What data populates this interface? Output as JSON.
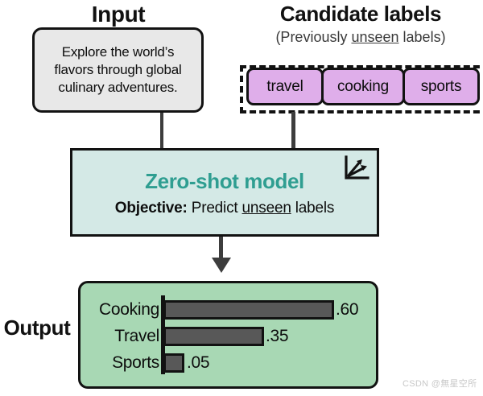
{
  "headings": {
    "input": "Input",
    "candidate": "Candidate labels",
    "candidate_sub_pre": "(Previously ",
    "candidate_sub_underline": "unseen",
    "candidate_sub_post": " labels)",
    "output": "Output"
  },
  "input_box": {
    "text": "Explore the world’s flavors through global culinary adventures."
  },
  "candidate_labels": {
    "chips": [
      {
        "label": "travel"
      },
      {
        "label": "cooking"
      },
      {
        "label": "sports"
      }
    ],
    "chip_color": "#dfaeea"
  },
  "model_box": {
    "title": "Zero-shot model",
    "title_color": "#2f9e91",
    "objective_bold": "Objective:",
    "objective_pre": " Predict ",
    "objective_underline": "unseen",
    "objective_post": " labels",
    "icon_name": "diverging-arrows-axis-icon",
    "fill_color": "#d4e9e6"
  },
  "output_box": {
    "fill_color": "#a8d8b4"
  },
  "chart_data": {
    "type": "bar",
    "orientation": "horizontal",
    "title": "Output",
    "categories": [
      "Cooking",
      "Travel",
      "Sports"
    ],
    "values": [
      0.6,
      0.35,
      0.05
    ],
    "value_labels": [
      ".60",
      ".35",
      ".05"
    ],
    "bar_color": "#585858",
    "xlabel": "",
    "ylabel": "",
    "xlim": [
      0,
      0.65
    ],
    "grid": false,
    "legend": false
  },
  "watermark": {
    "text": "CSDN @無星空所"
  }
}
